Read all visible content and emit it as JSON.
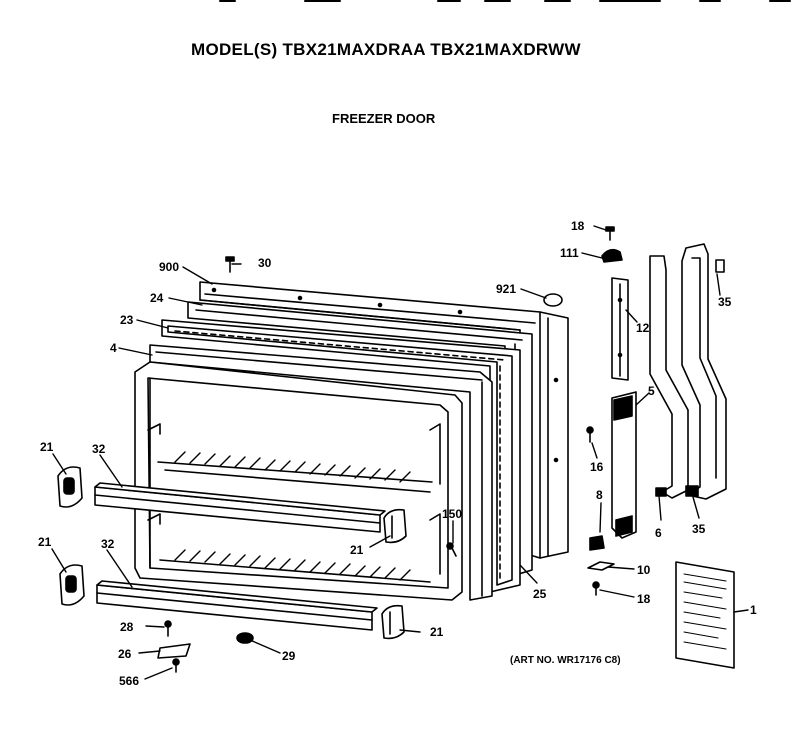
{
  "header": {
    "model_line": "MODEL(S) TBX21MAXDRAA  TBX21MAXDRWW",
    "section": "FREEZER DOOR"
  },
  "footer": {
    "art_no": "(ART NO. WR17176 C8)"
  },
  "callouts": [
    {
      "id": "c18a",
      "text": "18"
    },
    {
      "id": "c111",
      "text": "111"
    },
    {
      "id": "c900",
      "text": "900"
    },
    {
      "id": "c30",
      "text": "30"
    },
    {
      "id": "c921",
      "text": "921"
    },
    {
      "id": "c35a",
      "text": "35"
    },
    {
      "id": "c24",
      "text": "24"
    },
    {
      "id": "c12",
      "text": "12"
    },
    {
      "id": "c23",
      "text": "23"
    },
    {
      "id": "c4",
      "text": "4"
    },
    {
      "id": "c5",
      "text": "5"
    },
    {
      "id": "c16",
      "text": "16"
    },
    {
      "id": "c21a",
      "text": "21"
    },
    {
      "id": "c32a",
      "text": "32"
    },
    {
      "id": "c8",
      "text": "8"
    },
    {
      "id": "c150",
      "text": "150"
    },
    {
      "id": "c21b",
      "text": "21"
    },
    {
      "id": "c6",
      "text": "6"
    },
    {
      "id": "c35b",
      "text": "35"
    },
    {
      "id": "c21c",
      "text": "21"
    },
    {
      "id": "c32b",
      "text": "32"
    },
    {
      "id": "c10",
      "text": "10"
    },
    {
      "id": "c25",
      "text": "25"
    },
    {
      "id": "c18b",
      "text": "18"
    },
    {
      "id": "c1",
      "text": "1"
    },
    {
      "id": "c28",
      "text": "28"
    },
    {
      "id": "c21d",
      "text": "21"
    },
    {
      "id": "c26",
      "text": "26"
    },
    {
      "id": "c29",
      "text": "29"
    },
    {
      "id": "c566",
      "text": "566"
    }
  ]
}
